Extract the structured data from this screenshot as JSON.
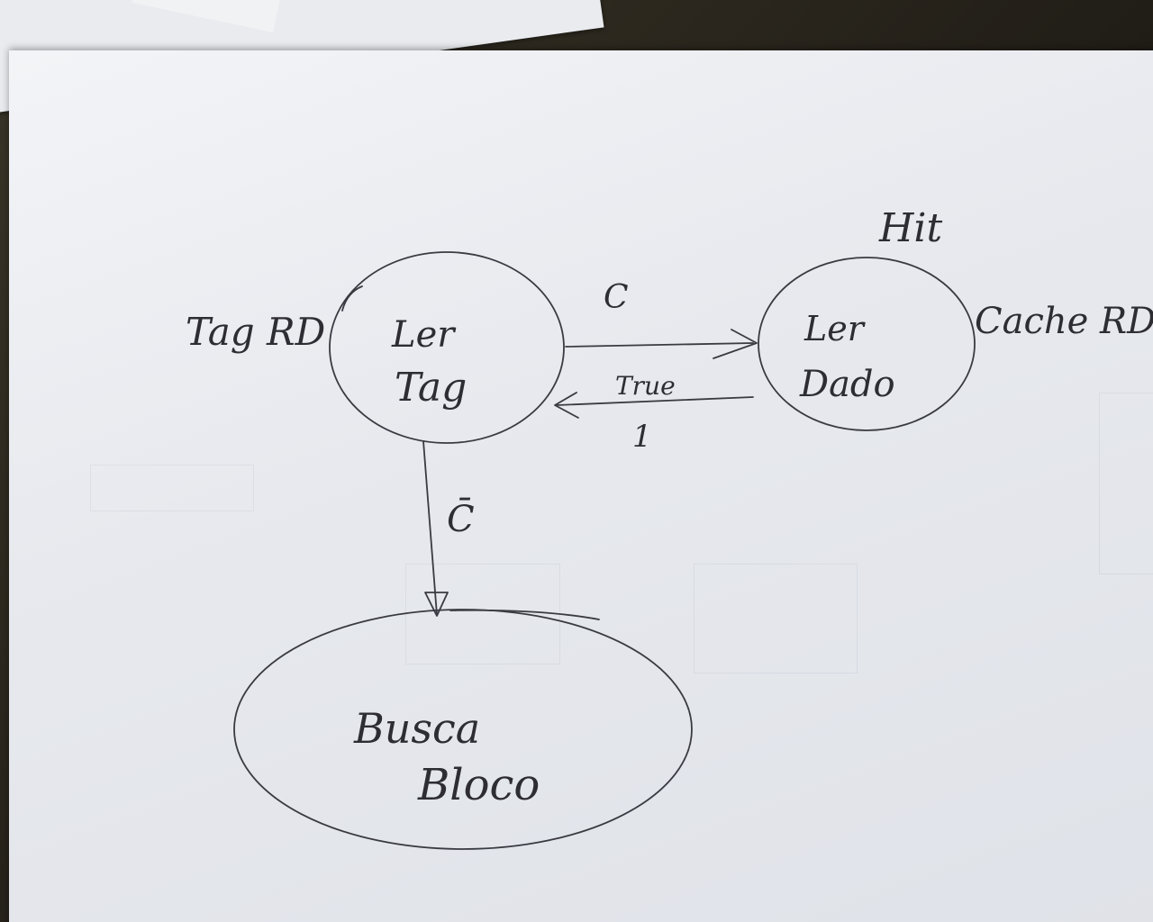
{
  "states": {
    "ler_tag": {
      "line1": "Ler",
      "line2": "Tag",
      "output": "Tag RD"
    },
    "ler_dado": {
      "line1": "Ler",
      "line2": "Dado",
      "output": "Cache RD",
      "annotation": "Hit"
    },
    "busca_bloco": {
      "line1": "Busca",
      "line2": "Bloco"
    }
  },
  "transitions": {
    "tag_to_dado": {
      "label": "C"
    },
    "dado_to_tag": {
      "label_top": "True",
      "label_bottom": "1"
    },
    "tag_to_busca": {
      "label": "C̄"
    }
  }
}
